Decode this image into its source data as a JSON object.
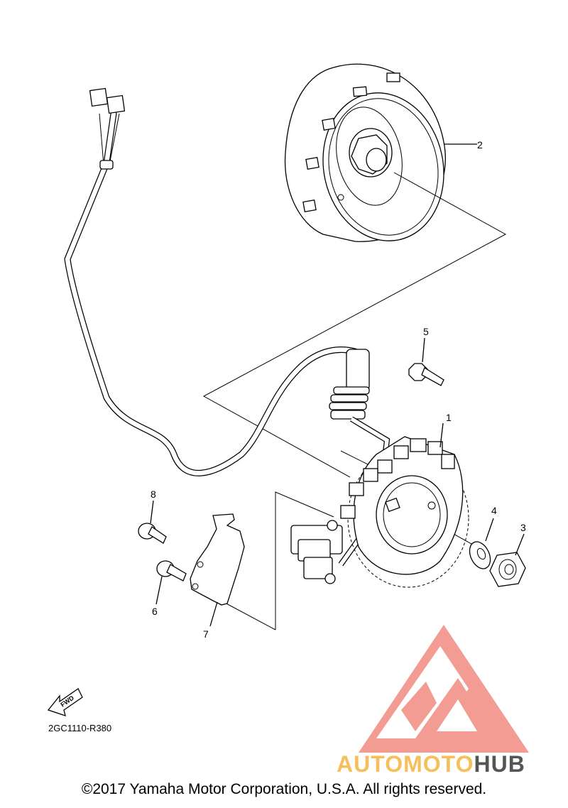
{
  "diagram": {
    "callouts": {
      "stator": "1",
      "rotor": "2",
      "nut": "3",
      "washer": "4",
      "bolt_stator": "5",
      "screw_lower": "6",
      "clamp": "7",
      "screw_upper": "8"
    },
    "fwd_label": "FWD",
    "diagram_code": "2GC1110-R380"
  },
  "watermark": {
    "brand_part1": "AUTOMOTO",
    "brand_part2": "HUB",
    "colors": {
      "logo": "#f28b82",
      "auto": "#f6b94a",
      "hub": "#555555"
    }
  },
  "footer": {
    "copyright": "©2017 Yamaha Motor Corporation, U.S.A. All rights reserved."
  }
}
